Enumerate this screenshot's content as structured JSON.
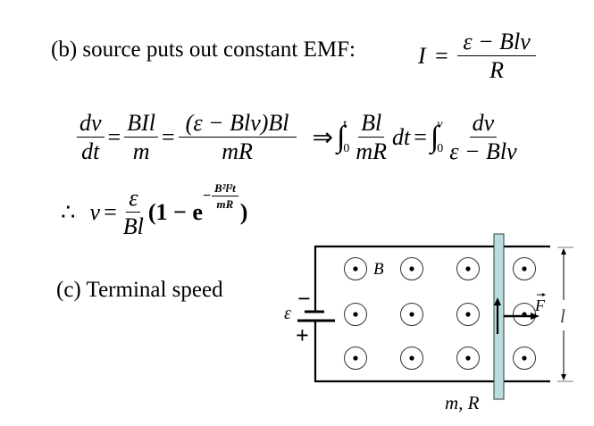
{
  "part_b": {
    "label": "(b) source puts out constant EMF:",
    "current_eq": {
      "lhs": "I",
      "eq": "=",
      "num": "ε − Blv",
      "den": "R"
    }
  },
  "dynamics_eq": {
    "f1_num": "dv",
    "f1_den": "dt",
    "eq1": "=",
    "f2_num": "BIl",
    "f2_den": "m",
    "eq2": "=",
    "f3_num": "(ε − Blv)Bl",
    "f3_den": "mR",
    "implies": "⇒",
    "int1_symbol": "∫",
    "int1_upper": "t",
    "int1_lower": "0",
    "f4_num": "Bl",
    "f4_den": "mR",
    "dt": "dt",
    "eq3": "=",
    "int2_symbol": "∫",
    "int2_upper": "v",
    "int2_lower": "0",
    "f5_num": "dv",
    "f5_den": "ε − Blv"
  },
  "solution_eq": {
    "therefore": "∴",
    "lhs": "v",
    "eq": "=",
    "num": "ε",
    "den": "Bl",
    "open": "(1 − e",
    "exp_sign": "−",
    "exp_num": "B²l²t",
    "exp_den": "mR",
    "close": ")"
  },
  "part_c": {
    "label": "(c) Terminal speed"
  },
  "diagram": {
    "field_label": "B",
    "emf_label": "ε",
    "minus_sign": "−",
    "plus_sign": "+",
    "force_label": "F",
    "length_label": "l",
    "bar_label": "m, R",
    "field_direction": "out-of-page",
    "field_grid": {
      "rows": 3,
      "cols": 4
    },
    "colors": {
      "bar_fill": "#b7dde1",
      "line": "#000000"
    }
  }
}
